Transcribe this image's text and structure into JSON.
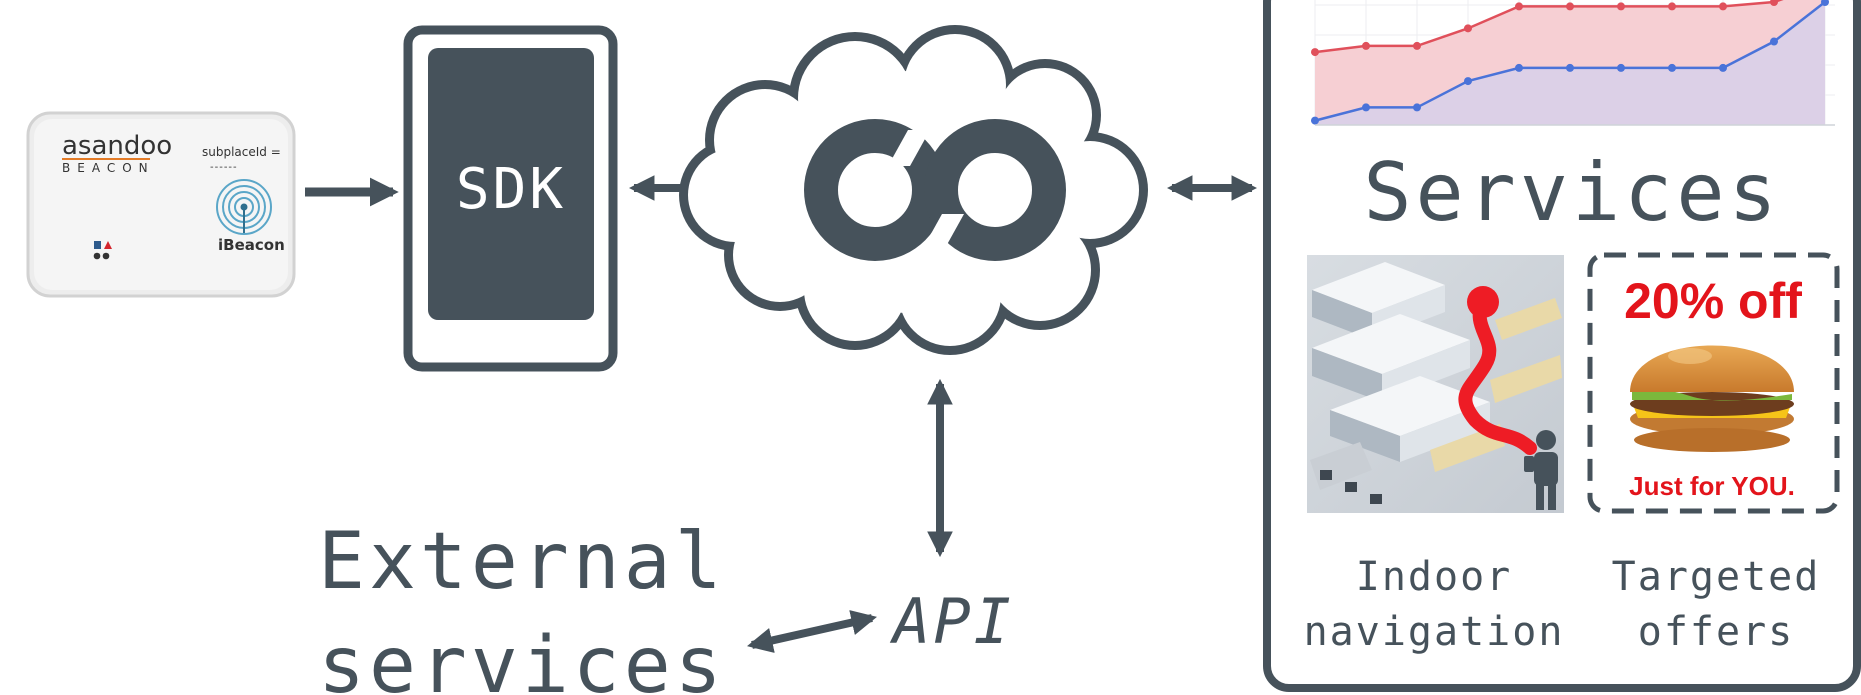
{
  "beacon": {
    "brand": "asandoo",
    "type": "BEACON",
    "field_label": "subplaceId =",
    "field_value": "------",
    "ibeacon_label": "iBeacon"
  },
  "sdk": {
    "label": "SDK"
  },
  "services": {
    "title": "Services"
  },
  "offer": {
    "headline": "20% off",
    "tagline": "Just for YOU."
  },
  "captions": {
    "indoor_line1": "Indoor",
    "indoor_line2": "navigation",
    "targeted_line1": "Targeted",
    "targeted_line2": "offers"
  },
  "external": {
    "line1": "External",
    "line2": "services"
  },
  "api": {
    "label": "API"
  },
  "colors": {
    "dark": "#46525b",
    "red": "#e3141b",
    "chart_red": "#e0505b",
    "chart_blue": "#4a73d9",
    "chart_red_fill": "#f6cfd3",
    "chart_blue_fill": "#d7d0ea"
  },
  "chart_data": {
    "type": "area",
    "x": [
      0,
      1,
      2,
      3,
      4,
      5,
      6,
      7,
      8,
      9,
      10
    ],
    "series": [
      {
        "values": [
          8.3,
          9.0,
          9.0,
          11.0,
          13.5,
          13.5,
          13.5,
          13.5,
          13.5,
          14.0,
          16.0
        ]
      },
      {
        "values": [
          0.5,
          2.0,
          2.0,
          5.0,
          6.5,
          6.5,
          6.5,
          6.5,
          6.5,
          9.5,
          14.0
        ]
      }
    ],
    "ylim": [
      0,
      14
    ],
    "grid": true
  }
}
